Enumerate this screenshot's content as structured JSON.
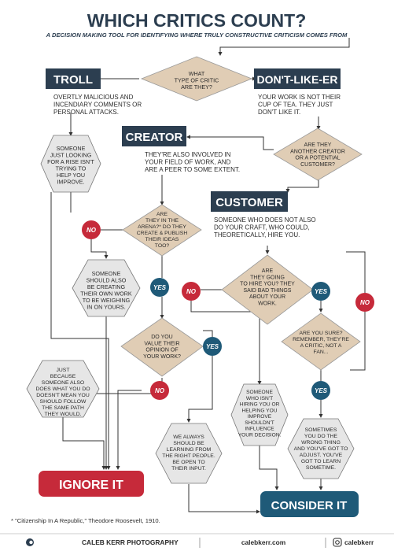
{
  "title": "WHICH CRITICS COUNT?",
  "subtitle": "A DECISION MAKING TOOL FOR IDENTIFYING WHERE TRULY CONSTRUCTIVE CRITICISM COMES FROM",
  "colors": {
    "navy": "#2c3e50",
    "red": "#c62a3a",
    "teal": "#1f5a78",
    "tan": "#e0cdb5",
    "gray": "#e6e6e6",
    "line": "#333333",
    "text": "#2b2b2b"
  },
  "nodes": {
    "q_type": [
      "WHAT",
      "TYPE OF CRITIC",
      "ARE THEY?"
    ],
    "troll_title": "TROLL",
    "troll_desc": [
      "OVERTLY MALICIOUS AND",
      "INCENDIARY COMMENTS OR",
      "PERSONAL ATTACKS."
    ],
    "dislike_title": "DON'T-LIKE-ER",
    "dislike_desc": [
      "YOUR WORK IS NOT THEIR",
      "CUP OF TEA. THEY JUST",
      "DON'T LIKE IT."
    ],
    "troll_hex": [
      "SOMEONE",
      "JUST LOOKING",
      "FOR A RISE ISN'T",
      "TRYING TO",
      "HELP YOU",
      "IMPROVE."
    ],
    "creator_title": "CREATOR",
    "creator_desc": [
      "THEY'RE ALSO INVOLVED IN",
      "YOUR FIELD OF WORK, AND",
      "ARE A PEER TO SOME EXTENT."
    ],
    "q_another": [
      "ARE THEY",
      "ANOTHER CREATOR",
      "OR A POTENTIAL",
      "CUSTOMER?"
    ],
    "customer_title": "CUSTOMER",
    "customer_desc": [
      "SOMEONE WHO DOES NOT ALSO",
      "DO YOUR CRAFT, WHO COULD,",
      "THEORETICALLY, HIRE YOU."
    ],
    "q_arena": [
      "ARE",
      "THEY IN THE",
      "ARENA?* DO THEY",
      "CREATE & PUBLISH",
      "THEIR IDEAS",
      "TOO?"
    ],
    "arena_hex": [
      "SOMEONE",
      "SHOULD ALSO",
      "BE CREATING",
      "THEIR OWN WORK",
      "TO BE WEIGHING",
      "IN ON YOURS."
    ],
    "q_hire": [
      "ARE",
      "THEY GOING",
      "TO HIRE YOU? THEY",
      "SAID BAD THINGS",
      "ABOUT YOUR",
      "WORK."
    ],
    "q_value": [
      "DO YOU",
      "VALUE THEIR",
      "OPINION OF",
      "YOUR WORK?"
    ],
    "q_sure": [
      "ARE YOU SURE?",
      "REMEMBER, THEY'RE",
      "A CRITIC, NOT A",
      "FAN..."
    ],
    "just_hex": [
      "JUST",
      "BECAUSE",
      "SOMEONE ALSO",
      "DOES WHAT YOU DO",
      "DOESN'T MEAN YOU",
      "SHOULD FOLLOW",
      "THE SAME PATH",
      "THEY WOULD."
    ],
    "hire_hex": [
      "SOMEONE",
      "WHO ISN'T",
      "HIRING YOU OR",
      "HELPING YOU",
      "IMPROVE",
      "SHOULDN'T",
      "INFLUENCE",
      "YOUR DECISION."
    ],
    "learn_hex": [
      "WE ALWAYS",
      "SHOULD BE",
      "LEARNING FROM",
      "THE RIGHT PEOPLE.",
      "BE OPEN TO",
      "THEIR INPUT."
    ],
    "wrong_hex": [
      "SOMETIMES",
      "YOU DO THE",
      "WRONG THING",
      "AND YOU'VE GOT TO",
      "ADJUST. YOU'VE",
      "GOT TO LEARN",
      "SOMETIME."
    ],
    "ignore": "IGNORE IT",
    "consider": "CONSIDER IT",
    "no": "NO",
    "yes": "YES"
  },
  "footnote": "* \"Citizenship In A Republic,\" Theodore Roosevelt, 1910.",
  "footer": {
    "brand": "CALEB KERR PHOTOGRAPHY",
    "website": "calebkerr.com",
    "handle": "calebkerr"
  }
}
